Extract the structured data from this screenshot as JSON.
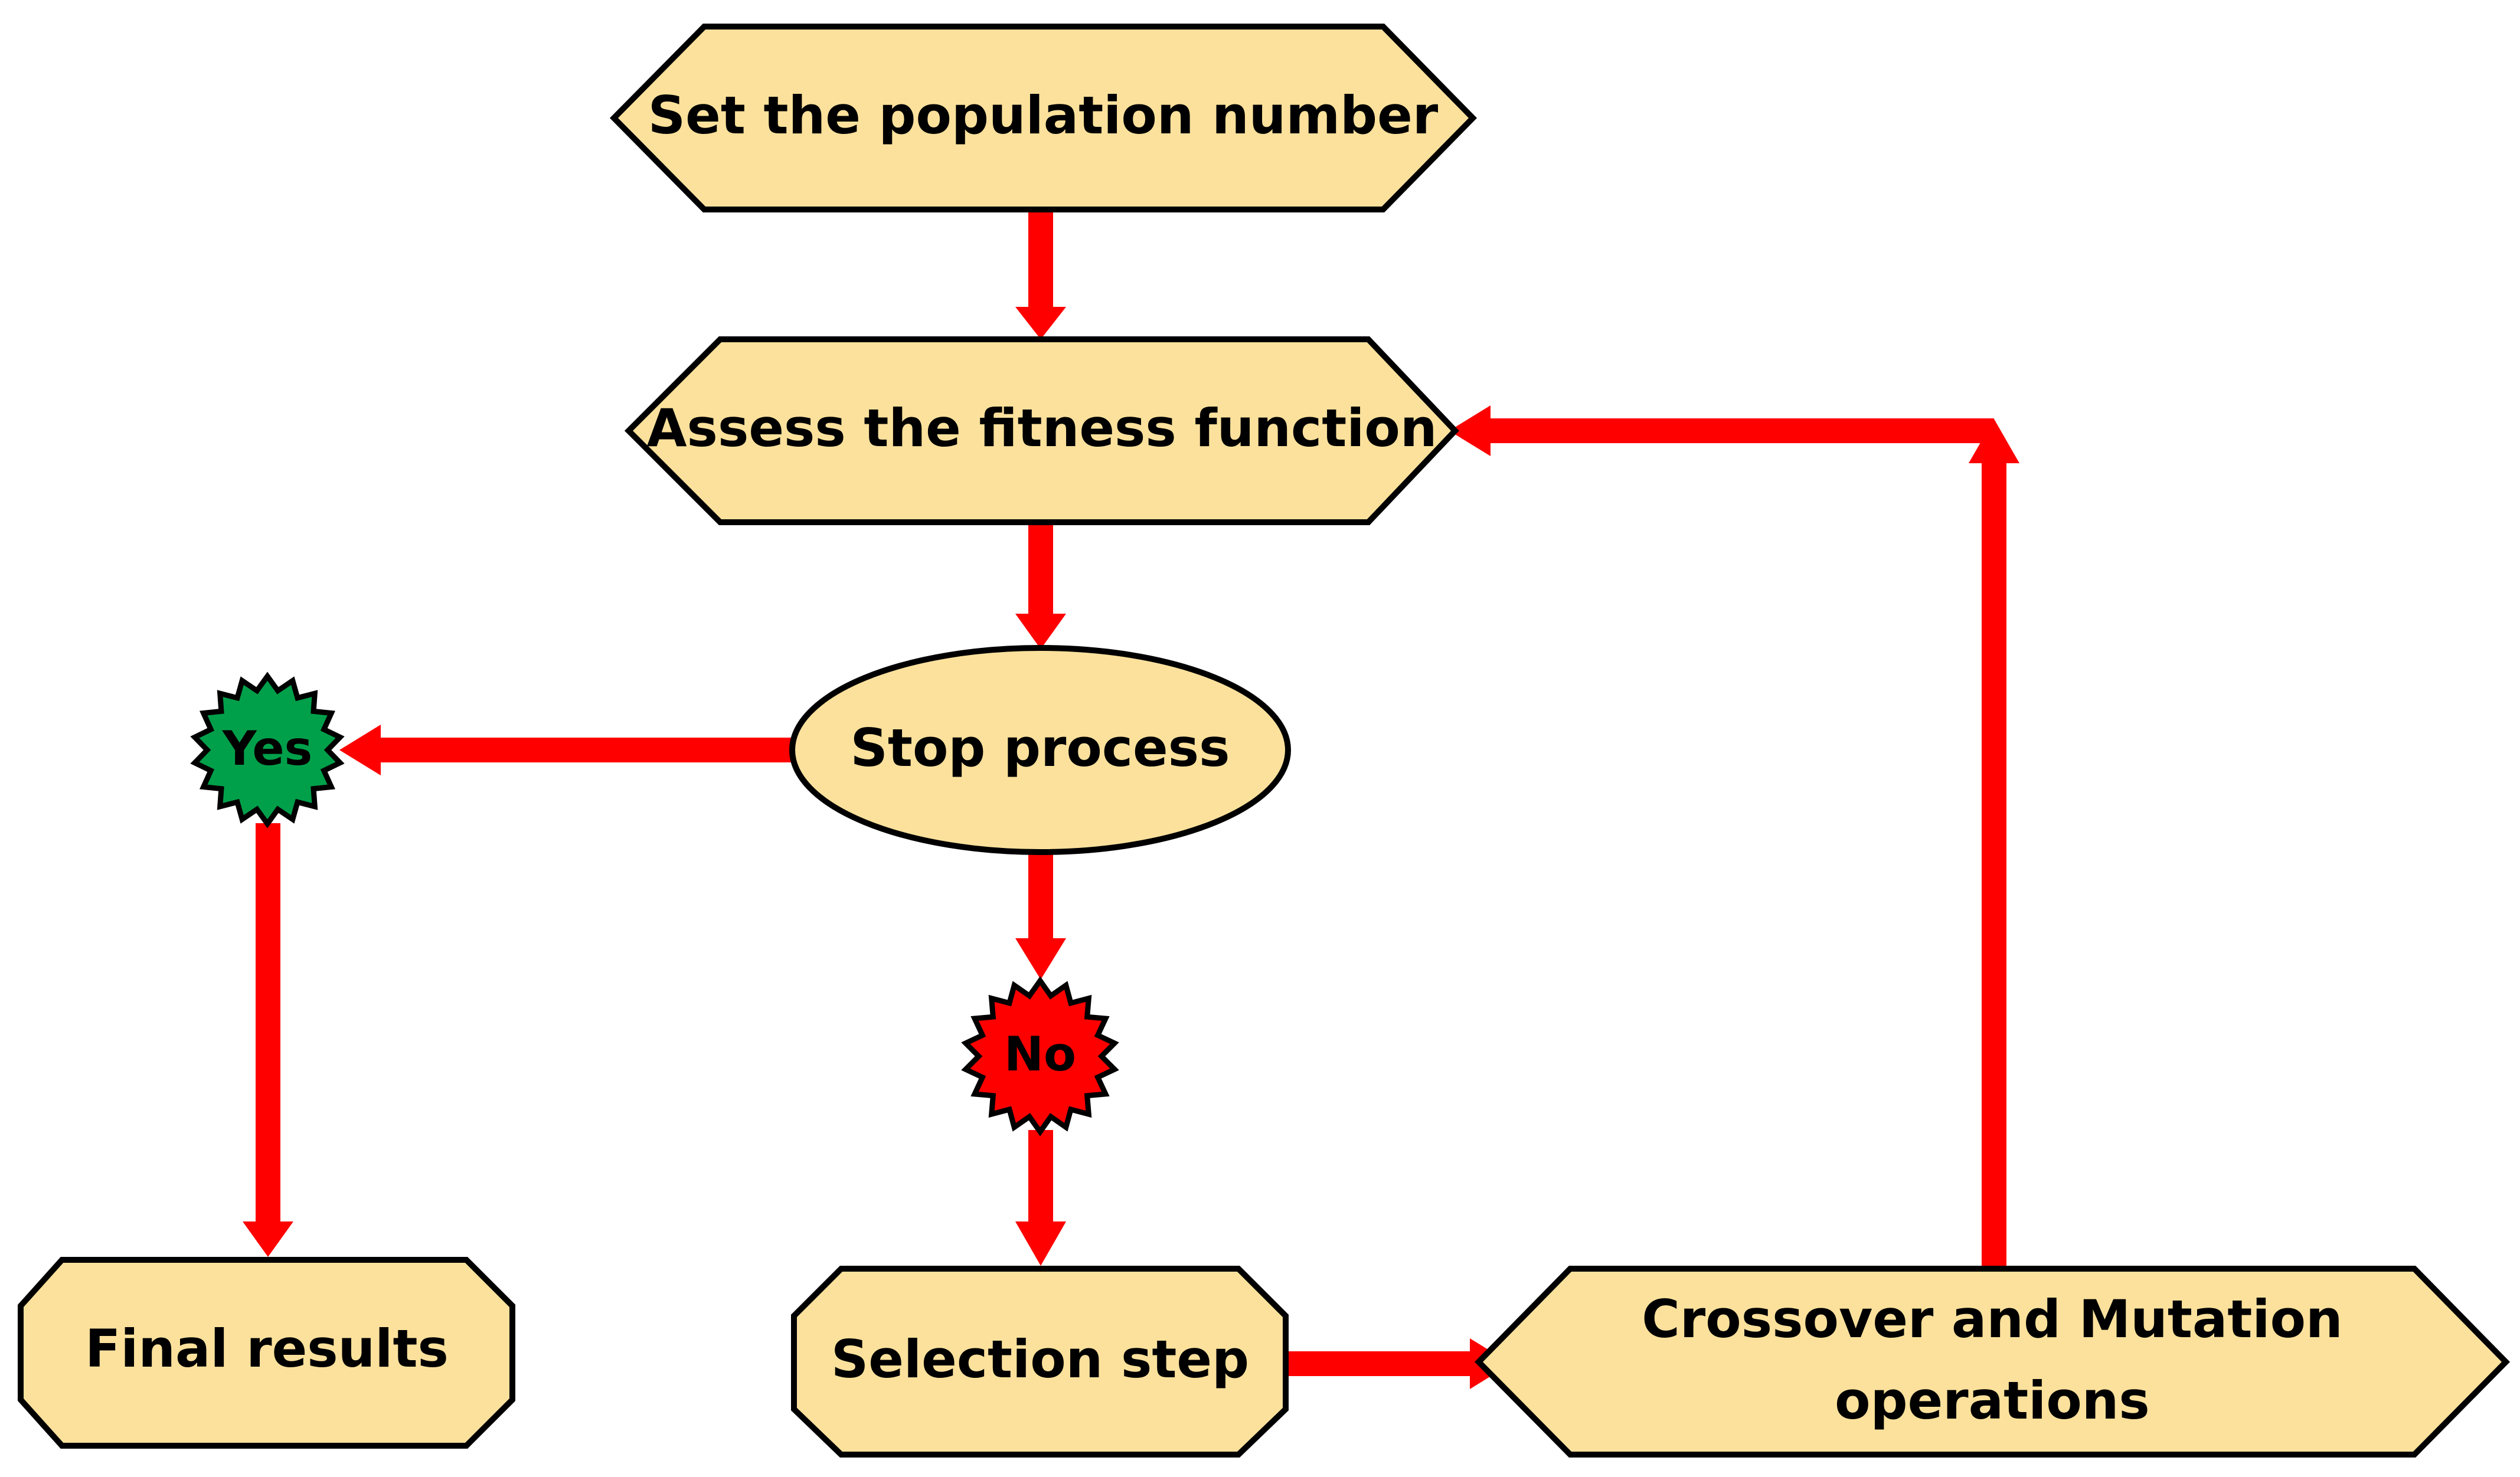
{
  "colors": {
    "node_fill": "#FBE19C",
    "node_stroke": "#000000",
    "arrow": "#FF0000",
    "yes_badge": "#00A04A",
    "no_badge": "#FF0000"
  },
  "nodes": {
    "set_population": "Set the population number",
    "assess_fitness": "Assess the fitness function",
    "stop_process": "Stop process",
    "final_results": "Final results",
    "selection_step": "Selection step",
    "crossover_line1": "Crossover and Mutation",
    "crossover_line2": "operations"
  },
  "badges": {
    "yes": "Yes",
    "no": "No"
  }
}
